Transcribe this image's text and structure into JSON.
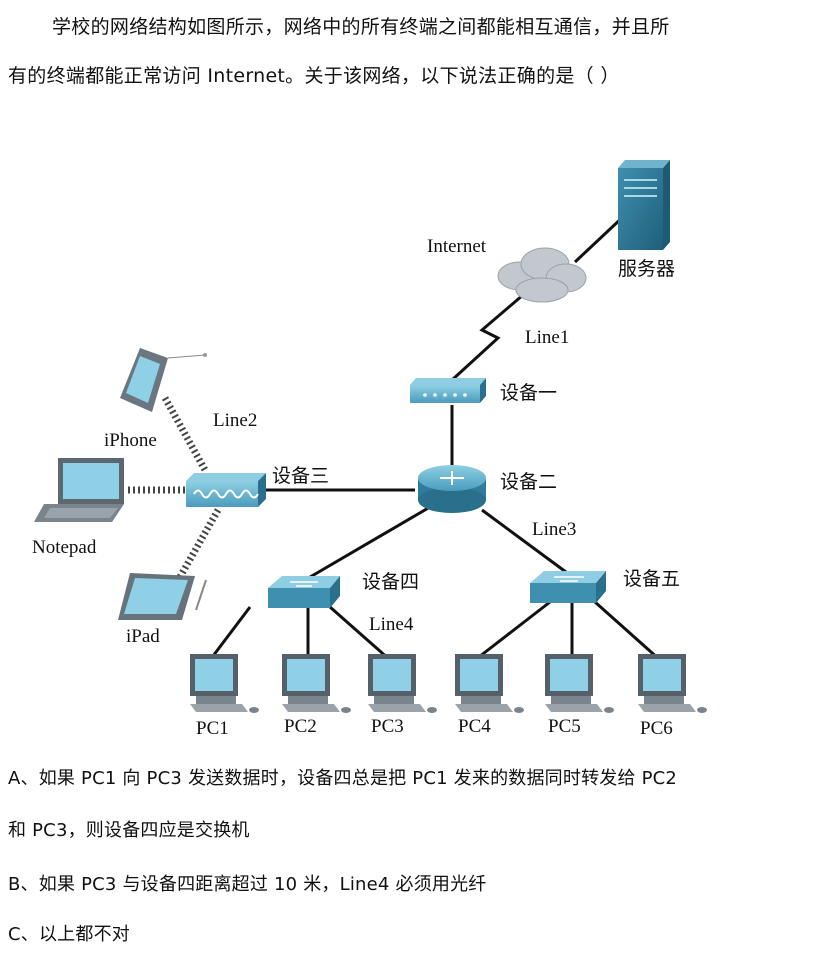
{
  "question": {
    "line1": "学校的网络结构如图所示，网络中的所有终端之间都能相互通信，并且所",
    "line2": "有的终端都能正常访问 Internet。关于该网络，以下说法正确的是（    ）"
  },
  "diagram": {
    "labels": {
      "internet": "Internet",
      "server": "服务器",
      "line1": "Line1",
      "device1": "设备一",
      "device2": "设备二",
      "device3": "设备三",
      "device4": "设备四",
      "device5": "设备五",
      "line2": "Line2",
      "line3": "Line3",
      "line4": "Line4",
      "iphone": "iPhone",
      "notepad": "Notepad",
      "ipad": "iPad",
      "pc1": "PC1",
      "pc2": "PC2",
      "pc3": "PC3",
      "pc4": "PC4",
      "pc5": "PC5",
      "pc6": "PC6"
    },
    "colors": {
      "device": "#3f8fb0",
      "device_dark": "#2a6f8c",
      "device_light": "#7ec0d6",
      "cloud": "#c5cad0",
      "line": "#111111"
    }
  },
  "options": {
    "a_line1": "A、如果 PC1 向 PC3 发送数据时，设备四总是把 PC1 发来的数据同时转发给 PC2",
    "a_line2": "和 PC3，则设备四应是交换机",
    "b": "B、如果 PC3 与设备四距离超过 10 米，Line4 必须用光纤",
    "c": "C、以上都不对"
  }
}
